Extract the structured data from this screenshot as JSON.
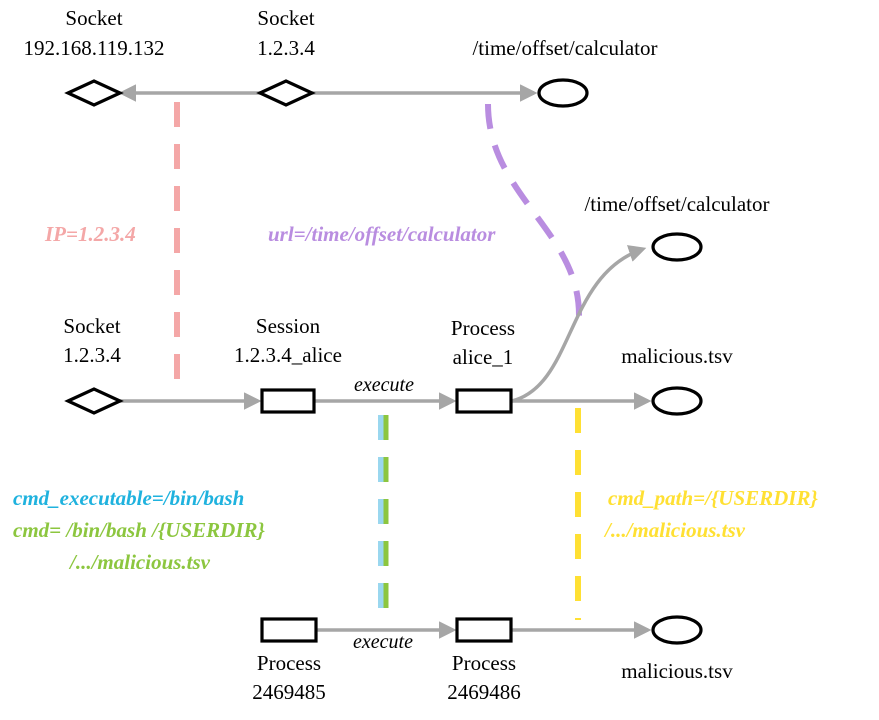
{
  "nodes": {
    "socket_top_left": {
      "type": "Socket",
      "value": "192.168.119.132"
    },
    "socket_top_mid": {
      "type": "Socket",
      "value": "1.2.3.4"
    },
    "file_top": {
      "value": "/time/offset/calculator"
    },
    "file_mid": {
      "value": "/time/offset/calculator"
    },
    "socket_mid": {
      "type": "Socket",
      "value": "1.2.3.4"
    },
    "session": {
      "type": "Session",
      "value": "1.2.3.4_alice"
    },
    "process_alice": {
      "type": "Process",
      "value": "alice_1"
    },
    "file_malicious_mid": {
      "value": "malicious.tsv"
    },
    "process_2469485": {
      "type": "Process",
      "value": "2469485"
    },
    "process_2469486": {
      "type": "Process",
      "value": "2469486"
    },
    "file_malicious_bottom": {
      "value": "malicious.tsv"
    }
  },
  "edges": {
    "execute_top": "execute",
    "execute_bottom": "execute"
  },
  "annotations": {
    "ip": {
      "text": "IP=1.2.3.4",
      "color": "#f4a7a7"
    },
    "url": {
      "text": "url=/time/offset/calculator",
      "color": "#b98de0"
    },
    "cmd_executable": {
      "text": "cmd_executable=/bin/bash",
      "color": "#1fb2de"
    },
    "cmd_line1": {
      "text": "cmd= /bin/bash /{USERDIR}",
      "color": "#8cc63f"
    },
    "cmd_line2": {
      "text": "/.../malicious.tsv",
      "color": "#8cc63f"
    },
    "cmd_path_line1": {
      "text": "cmd_path=/{USERDIR}",
      "color": "#ffe033"
    },
    "cmd_path_line2": {
      "text": "/.../malicious.tsv",
      "color": "#ffe033"
    }
  },
  "colors": {
    "edge": "#a6a6a6",
    "node_stroke": "#000000"
  }
}
